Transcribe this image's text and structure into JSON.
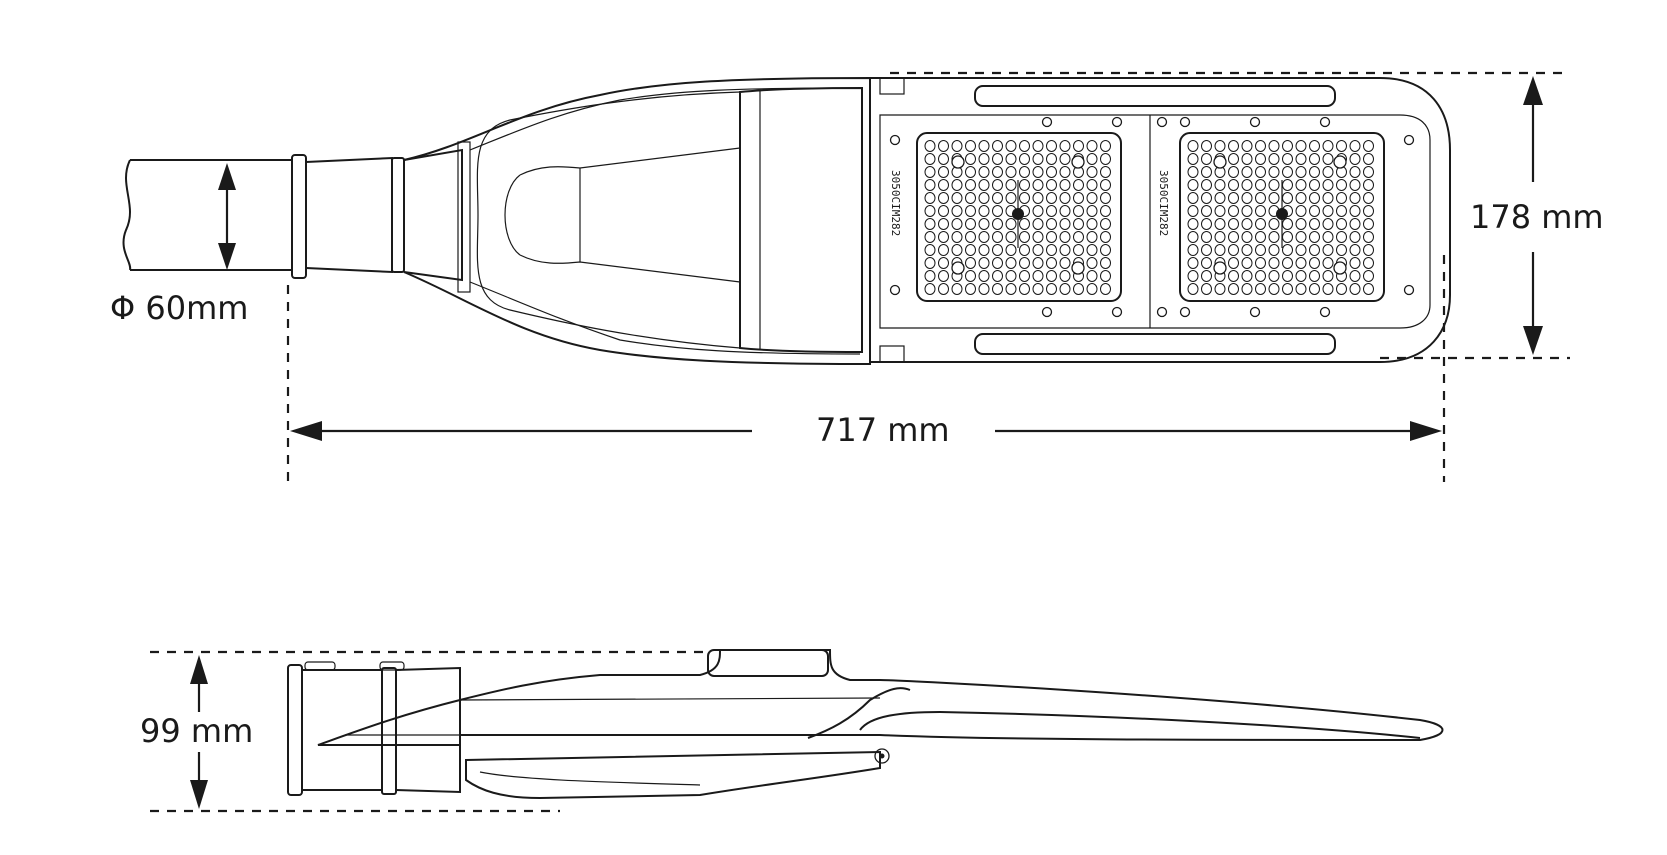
{
  "dimensions": {
    "pole_diameter": "Φ 60mm",
    "height_top_view": "178 mm",
    "length": "717 mm",
    "height_side_view": "99 mm"
  },
  "module_marking": {
    "left": "3050CIM282",
    "right": "3050CIM282"
  }
}
